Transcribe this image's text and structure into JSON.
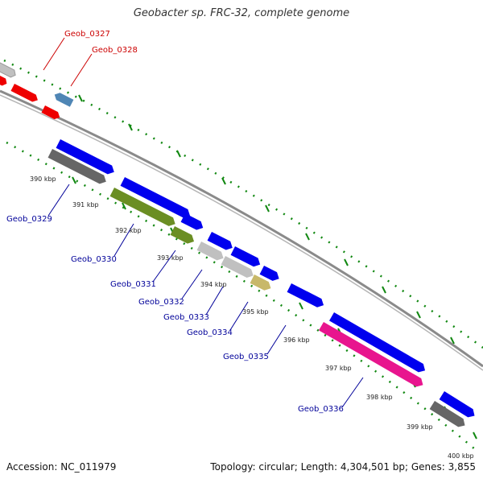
{
  "title": "Geobacter sp. FRC-32, complete genome",
  "footer": {
    "accession": "Accession: NC_011979",
    "topology": "Topology: circular; Length: 4,304,501 bp; Genes: 3,855"
  },
  "kbp_ticks": [
    "390 kbp",
    "391 kbp",
    "392 kbp",
    "393 kbp",
    "394 kbp",
    "395 kbp",
    "396 kbp",
    "397 kbp",
    "398 kbp",
    "399 kbp",
    "400 kbp"
  ],
  "genes": [
    {
      "name": "Geob_0327",
      "strand": "upper"
    },
    {
      "name": "Geob_0328",
      "strand": "upper"
    },
    {
      "name": "Geob_0329",
      "strand": "lower"
    },
    {
      "name": "Geob_0330",
      "strand": "lower"
    },
    {
      "name": "Geob_0331",
      "strand": "lower"
    },
    {
      "name": "Geob_0332",
      "strand": "lower"
    },
    {
      "name": "Geob_0333",
      "strand": "lower"
    },
    {
      "name": "Geob_0334",
      "strand": "lower"
    },
    {
      "name": "Geob_0335",
      "strand": "lower"
    },
    {
      "name": "Geob_0336",
      "strand": "lower"
    }
  ],
  "colors": {
    "upper_label": "#cc0000",
    "lower_label": "#000099",
    "backbone": "#888888",
    "tick": "#118811",
    "blue": "#0000ee",
    "red": "#ee0000",
    "steel": "#4f86b5",
    "gray": "#666666",
    "light_gray": "#c0c0c0",
    "olive": "#6b8e23",
    "khaki": "#c8b86a",
    "magenta": "#e8158e"
  }
}
